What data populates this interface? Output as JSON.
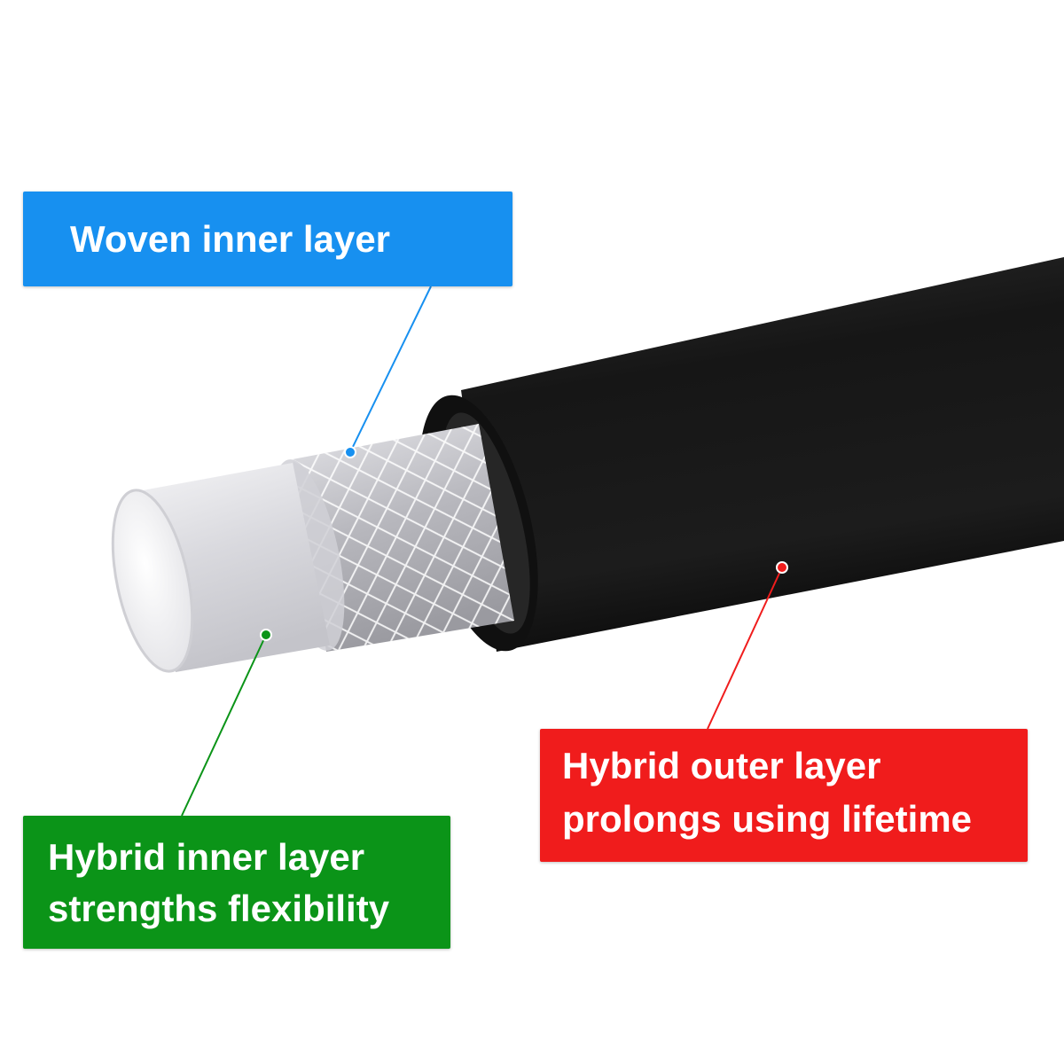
{
  "callouts": {
    "woven": {
      "text": "Woven inner layer",
      "color": "#1790f0"
    },
    "inner": {
      "lines": [
        "Hybrid inner layer",
        "strengths flexibility"
      ],
      "color": "#0b9418"
    },
    "outer": {
      "lines": [
        "Hybrid outer layer",
        "prolongs using lifetime"
      ],
      "color": "#f01c1c"
    }
  },
  "colors": {
    "hose_outer": "#1a1a1a",
    "braid": "#c8c8cc",
    "inner_tube": "#e6e6ea"
  }
}
